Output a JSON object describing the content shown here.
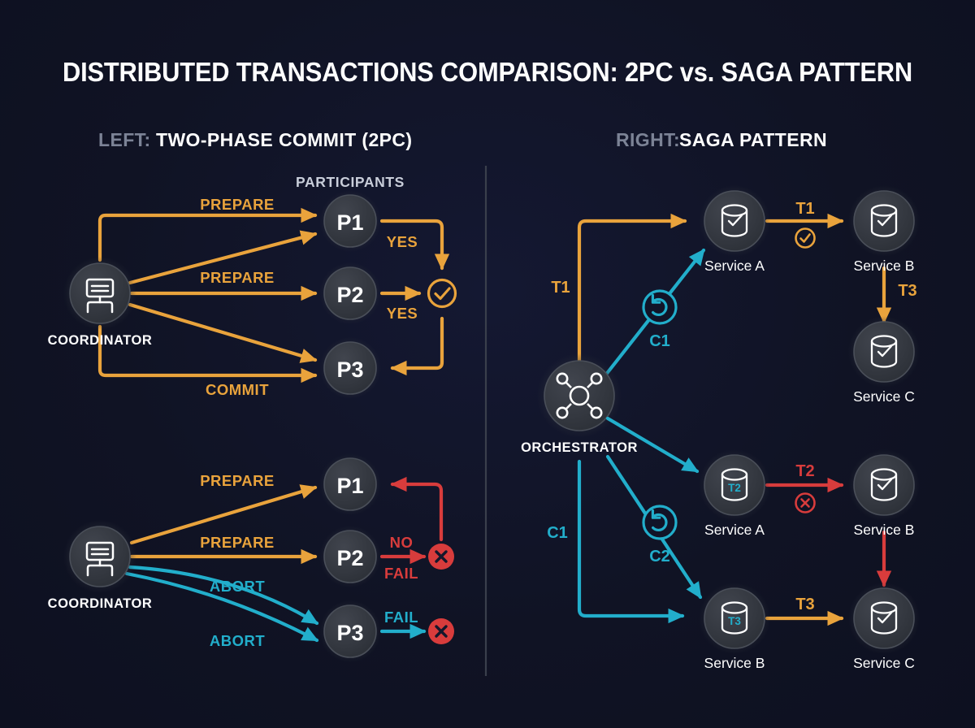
{
  "background_color": "#111428",
  "colors": {
    "orange": "#E9A33C",
    "teal": "#22AECB",
    "red": "#D83C3C",
    "white": "#FFFFFF",
    "muted": "#9AA0AE",
    "node_fill": "#33373F",
    "node_stroke": "#4A4F59",
    "divider": "#3A3F4C"
  },
  "header": {
    "title": "DISTRIBUTED TRANSACTIONS COMPARISON: 2PC vs. SAGA PATTERN",
    "left_prefix": "LEFT:",
    "left_subtitle": "TWO-PHASE COMMIT (2PC)",
    "right_prefix": "RIGHT:",
    "right_subtitle": "SAGA PATTERN"
  },
  "left_panel": {
    "participants_label": "PARTICIPANTS",
    "success_flow": {
      "coordinator": {
        "label": "COORDINATOR",
        "icon": "server-hub-icon"
      },
      "participants": [
        {
          "id": "p1",
          "label": "P1"
        },
        {
          "id": "p2",
          "label": "P2"
        },
        {
          "id": "p3",
          "label": "P3"
        }
      ],
      "edge_labels": {
        "prepare_p1": "PREPARE",
        "prepare_p2": "PREPARE",
        "commit_p3": "COMMIT",
        "yes_p1": "YES",
        "yes_p2": "YES"
      },
      "decision_icon": "check-circle-icon"
    },
    "failure_flow": {
      "coordinator": {
        "label": "COORDINATOR",
        "icon": "server-hub-icon"
      },
      "participants": [
        {
          "id": "p1",
          "label": "P1"
        },
        {
          "id": "p2",
          "label": "P2"
        },
        {
          "id": "p3",
          "label": "P3"
        }
      ],
      "edge_labels": {
        "prepare_p1": "PREPARE",
        "prepare_p2": "PREPARE",
        "abort_upper": "ABORT",
        "abort_lower": "ABORT",
        "no_p2": "NO",
        "fail_p2": "FAIL",
        "fail_p3": "FAIL"
      },
      "failure_icons": [
        "x-circle-icon",
        "x-circle-icon"
      ]
    }
  },
  "right_panel": {
    "success_flow": {
      "orchestrator": {
        "label": "ORCHESTRATOR",
        "icon": "network-hub-icon"
      },
      "services": [
        {
          "id": "sa",
          "label": "Service A",
          "icon": "database-check-icon",
          "badge": ""
        },
        {
          "id": "sb",
          "label": "Service B",
          "icon": "database-check-icon",
          "badge": ""
        },
        {
          "id": "sc",
          "label": "Service C",
          "icon": "database-check-icon",
          "badge": ""
        }
      ],
      "edge_labels": {
        "t1_from_orchestrator": "T1",
        "t1_a_to_b": "T1",
        "t3_b_to_c": "T3",
        "c1_compensation": "C1"
      },
      "status_icon": "check-circle-icon",
      "compensation_icon": "undo-loop-icon"
    },
    "failure_flow": {
      "services": [
        {
          "id": "sa2",
          "label": "Service A",
          "icon": "database-icon",
          "badge": "T2"
        },
        {
          "id": "sb2",
          "label": "Service B",
          "icon": "database-check-icon",
          "badge": ""
        },
        {
          "id": "sb3",
          "label": "Service B",
          "icon": "database-icon",
          "badge": "T3"
        },
        {
          "id": "sc2",
          "label": "Service C",
          "icon": "database-check-icon",
          "badge": ""
        }
      ],
      "edge_labels": {
        "t2_a_to_b": "T2",
        "t3_b_to_c": "T3",
        "c1_compensation": "C1",
        "c2_compensation": "C2"
      },
      "status_icon": "x-circle-icon",
      "compensation_icon": "undo-loop-icon"
    }
  }
}
